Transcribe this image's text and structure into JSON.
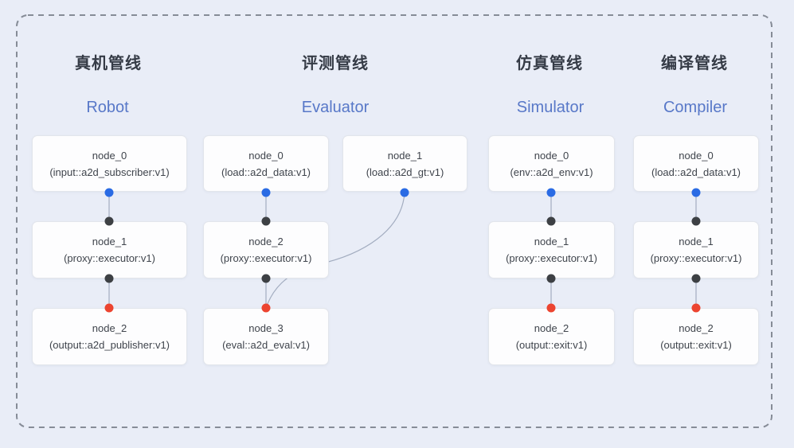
{
  "pipelines": [
    {
      "title_zh": "真机管线",
      "title_en": "Robot",
      "nodes": [
        {
          "name": "node_0",
          "type": "(input::a2d_subscriber:v1)"
        },
        {
          "name": "node_1",
          "type": "(proxy::executor:v1)"
        },
        {
          "name": "node_2",
          "type": "(output::a2d_publisher:v1)"
        }
      ],
      "edges": [
        "node_0 -> node_1",
        "node_1 -> node_2"
      ]
    },
    {
      "title_zh": "评测管线",
      "title_en": "Evaluator",
      "nodes": [
        {
          "name": "node_0",
          "type": "(load::a2d_data:v1)"
        },
        {
          "name": "node_1",
          "type": "(load::a2d_gt:v1)"
        },
        {
          "name": "node_2",
          "type": "(proxy::executor:v1)"
        },
        {
          "name": "node_3",
          "type": "(eval::a2d_eval:v1)"
        }
      ],
      "edges": [
        "node_0 -> node_2",
        "node_2 -> node_3",
        "node_1 -> node_3"
      ]
    },
    {
      "title_zh": "仿真管线",
      "title_en": "Simulator",
      "nodes": [
        {
          "name": "node_0",
          "type": "(env::a2d_env:v1)"
        },
        {
          "name": "node_1",
          "type": "(proxy::executor:v1)"
        },
        {
          "name": "node_2",
          "type": "(output::exit:v1)"
        }
      ],
      "edges": [
        "node_0 -> node_1",
        "node_1 -> node_2"
      ]
    },
    {
      "title_zh": "编译管线",
      "title_en": "Compiler",
      "nodes": [
        {
          "name": "node_0",
          "type": "(load::a2d_data:v1)"
        },
        {
          "name": "node_1",
          "type": "(proxy::executor:v1)"
        },
        {
          "name": "node_2",
          "type": "(output::exit:v1)"
        }
      ],
      "edges": [
        "node_0 -> node_1",
        "node_1 -> node_2"
      ]
    }
  ],
  "colors": {
    "background": "#e9edf7",
    "source_port": "#2a6be4",
    "mid_port": "#3d4044",
    "sink_port": "#ec4430",
    "edge_line": "#a3adc0",
    "border_dash": "#868c97",
    "title_accent": "#5878c8"
  }
}
